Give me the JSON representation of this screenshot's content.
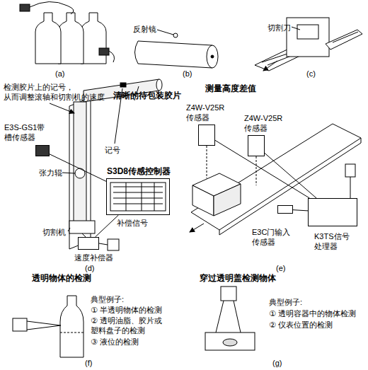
{
  "diagram": {
    "nodes": [
      {
        "text": [
          "S3D8传感控制器"
        ]
      },
      {
        "text": [
          "速度补偿器"
        ]
      },
      {
        "text": [
          "E3S-GS1带 槽传感器"
        ]
      },
      {
        "text": [
          "Z4W-V25R 传感器"
        ]
      },
      {
        "text": [
          "Z4W-V25R 传感器"
        ]
      },
      {
        "text": [
          "E3C门输入 传感器"
        ]
      },
      {
        "text": [
          "K3TS信号 处理器"
        ]
      }
    ],
    "edges": [
      {
        "from": 0,
        "to": 1,
        "arrow": "none",
        "label": "补偿信号"
      },
      {
        "from": 2,
        "to": 0,
        "arrow": "none"
      },
      {
        "from": 3,
        "to": 6,
        "arrow": "none"
      },
      {
        "from": 4,
        "to": 6,
        "arrow": "none"
      },
      {
        "from": 5,
        "to": 6,
        "arrow": "none"
      }
    ],
    "labels": [
      "(a)",
      "反射镜",
      "(b)",
      "切割刀",
      "(c)",
      "检测胶片上的记号， 从而调整滚轴和切割机的速度",
      "清晰的待包装胶片",
      "记号",
      "张力辊",
      "切割机",
      "(d)",
      "测量高度差值",
      "(e)",
      "透明物体的检测",
      "典型例子:",
      "① 半透明物体的检测",
      "② 透明油脂、胶片或 塑料盘子的检测",
      "③ 液位的检测",
      "(f)",
      "穿过透明盖检测物体",
      "典型例子:",
      "① 透明容器中的物体检测",
      "② 仪表位置的检测",
      "(g)"
    ]
  }
}
